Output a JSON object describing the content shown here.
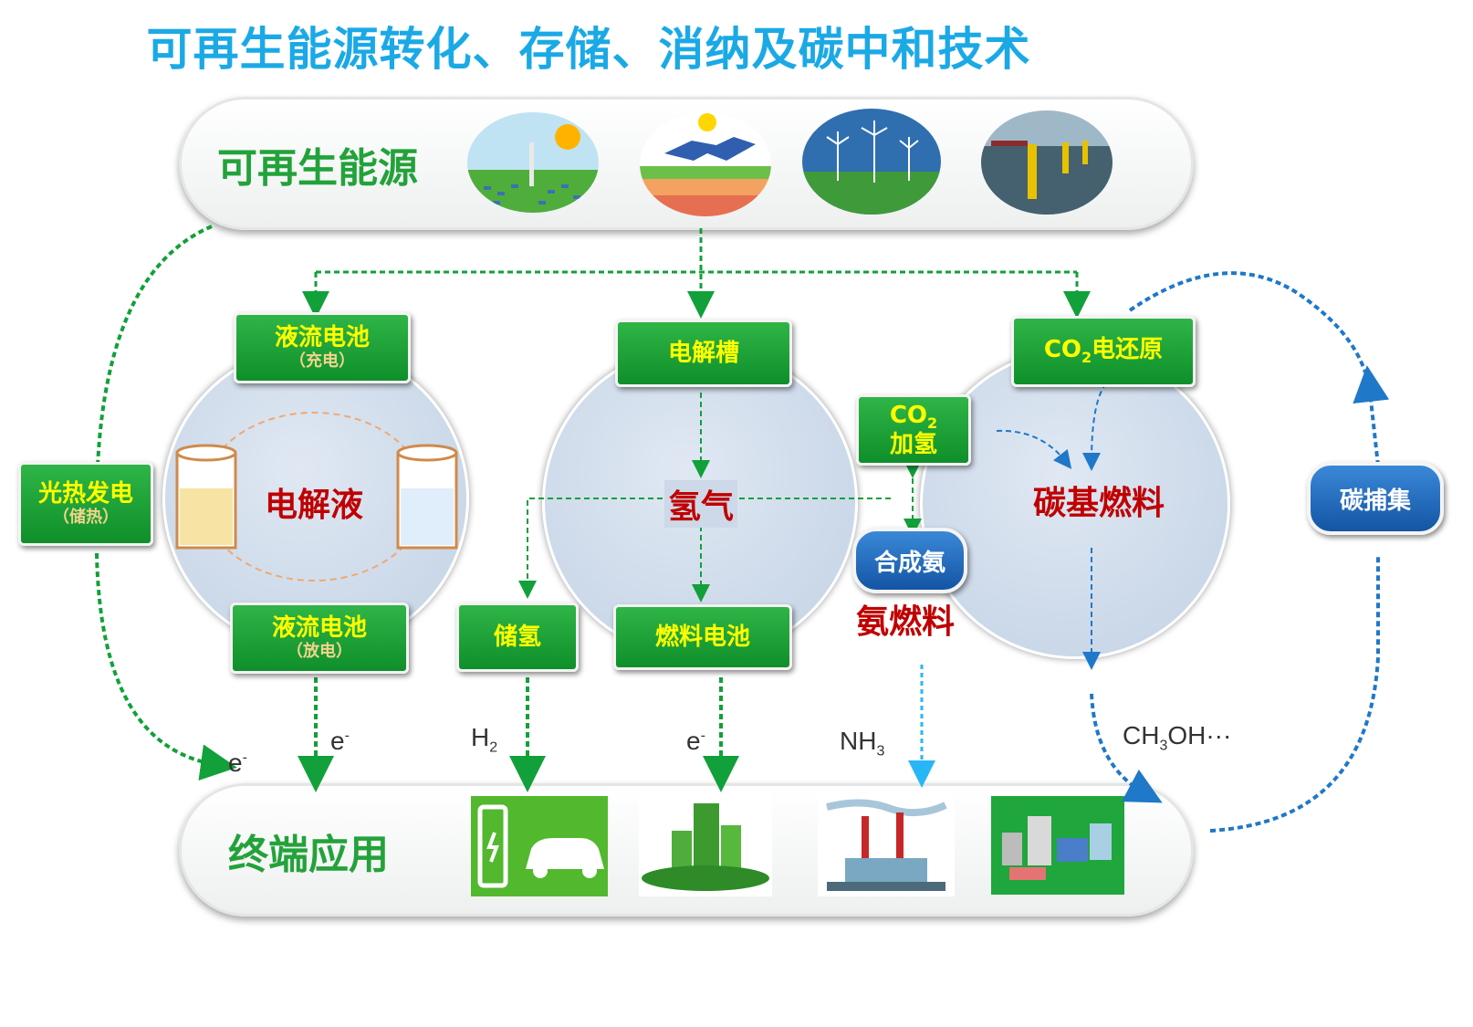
{
  "title": "可再生能源转化、存储、消纳及碳中和技术",
  "top_bar": {
    "label": "可再生能源",
    "images": [
      "solar-thermal-tower",
      "solar-panels",
      "wind-turbines",
      "offshore-wind-farm"
    ]
  },
  "bottom_bar": {
    "label": "终端应用",
    "images": [
      "ev-charging",
      "green-building",
      "power-plant",
      "industrial-park"
    ]
  },
  "boxes": {
    "flow_charge": {
      "label": "液流电池",
      "sub": "（充电）"
    },
    "flow_discharge": {
      "label": "液流电池",
      "sub": "（放电）"
    },
    "electrolyzer": {
      "label": "电解槽"
    },
    "co2_reduction": {
      "label_pre": "CO",
      "label_sub": "2",
      "label_post": "电还原"
    },
    "co2_hydrogenation": {
      "label_pre": "CO",
      "label_sub": "2",
      "label_line2": "加氢"
    },
    "solar_thermal": {
      "label": "光热发电",
      "sub": "（储热）"
    },
    "h2_storage": {
      "label": "储氢"
    },
    "fuel_cell": {
      "label": "燃料电池"
    },
    "ammonia_synthesis": {
      "label": "合成氨"
    },
    "carbon_capture": {
      "label": "碳捕集"
    }
  },
  "circle_labels": {
    "electrolyte": "电解液",
    "hydrogen": "氢气",
    "carbon_fuel": "碳基燃料",
    "ammonia_fuel": "氨燃料"
  },
  "flow_labels": {
    "e_left": {
      "base": "e",
      "sup": "-"
    },
    "e_flow": {
      "base": "e",
      "sup": "-"
    },
    "h2": {
      "base": "H",
      "sub": "2"
    },
    "e_fuel": {
      "base": "e",
      "sup": "-"
    },
    "nh3": {
      "base": "NH",
      "sub": "3"
    },
    "ch3oh": {
      "pre": "CH",
      "sub": "3",
      "post": "OH···"
    }
  },
  "colors": {
    "title": "#1ba9e6",
    "green_arrow": "#12a03a",
    "blue_arrow": "#1f78c8",
    "cyan_arrow": "#29b6f6",
    "red_text": "#c00000"
  }
}
